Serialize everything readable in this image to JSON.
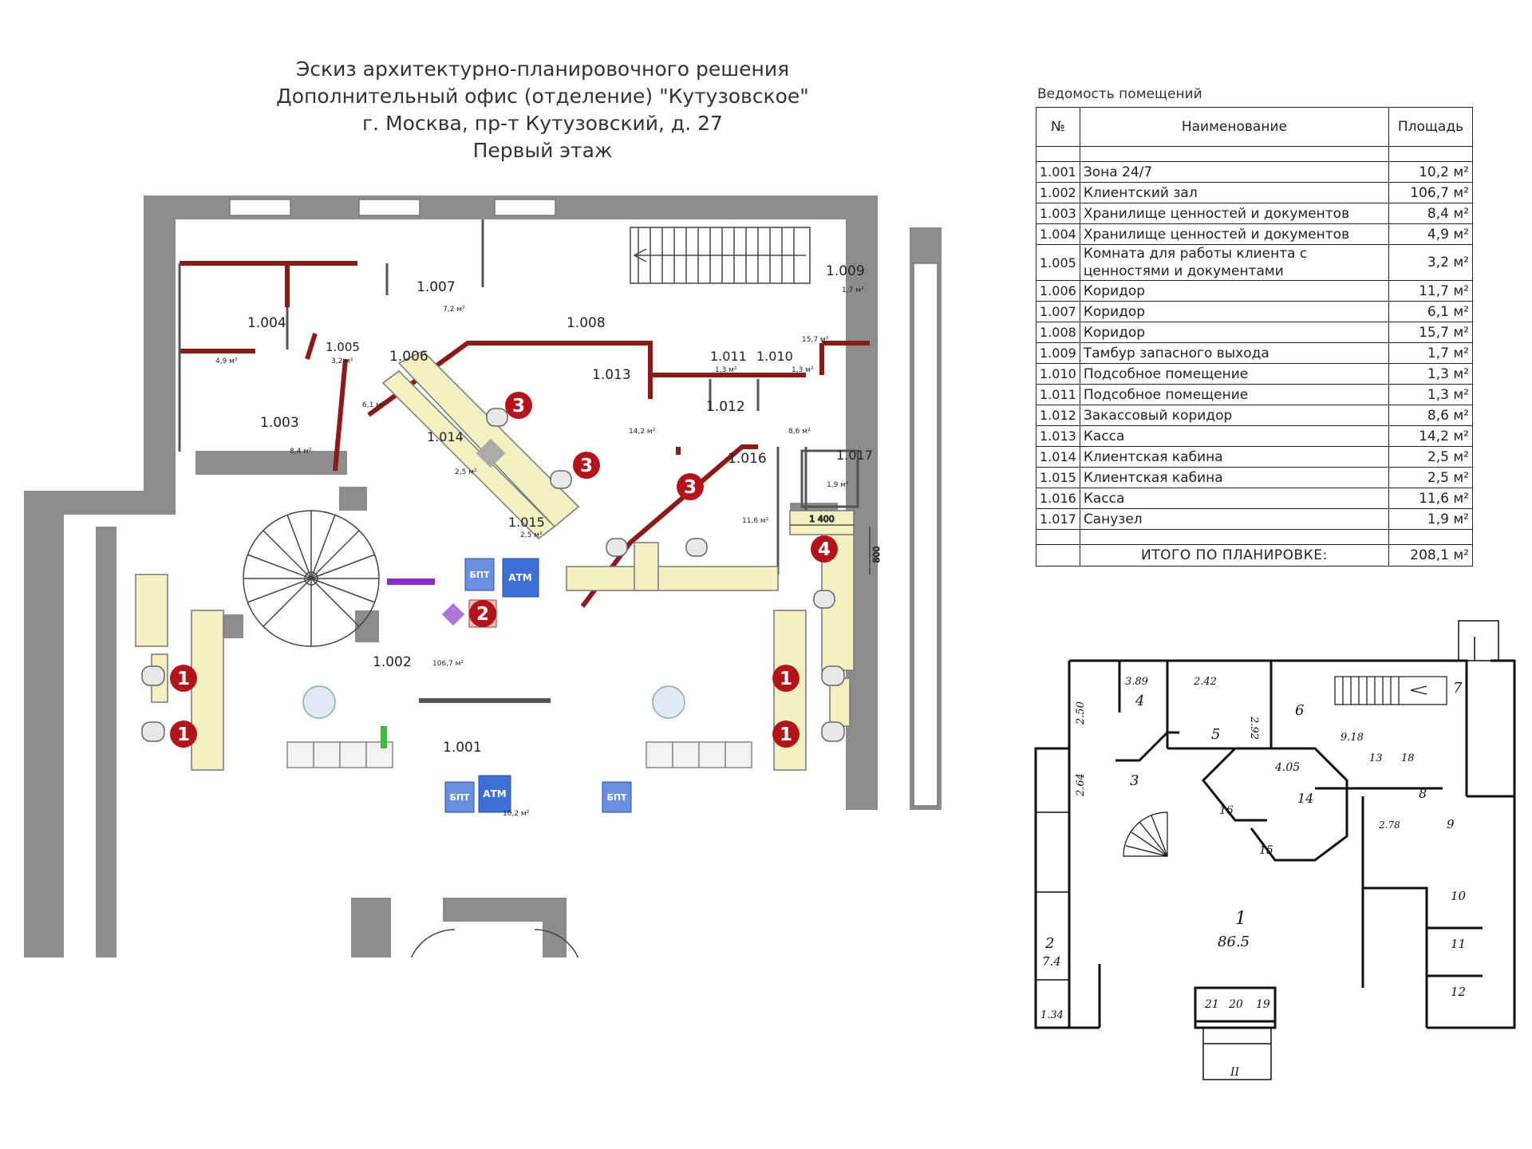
{
  "title": {
    "line1": "Эскиз архитектурно-планировочного решения",
    "line2": "Дополнительный офис (отделение) \"Кутузовское\"",
    "line3": "г. Москва, пр-т Кутузовский, д. 27",
    "line4": "Первый этаж"
  },
  "plan": {
    "rooms": [
      {
        "no": "1.001",
        "area": "10,2 м²"
      },
      {
        "no": "1.002",
        "area": "106,7 м²"
      },
      {
        "no": "1.003",
        "area": "8,4 м²"
      },
      {
        "no": "1.004",
        "area": "4,9 м²"
      },
      {
        "no": "1.005",
        "area": "3,2 м²"
      },
      {
        "no": "1.006",
        "area": "6,1 м²"
      },
      {
        "no": "1.007",
        "area": "7,2 м²"
      },
      {
        "no": "1.008",
        "area": "15,7 м²"
      },
      {
        "no": "1.009",
        "area": "1,7 м²"
      },
      {
        "no": "1.010",
        "area": "1,3 м²"
      },
      {
        "no": "1.011",
        "area": "1,3 м²"
      },
      {
        "no": "1.012",
        "area": "8,6 м²"
      },
      {
        "no": "1.013",
        "area": "14,2 м²"
      },
      {
        "no": "1.014",
        "area": "2,5 м²"
      },
      {
        "no": "1.015",
        "area": "2,5 м²"
      },
      {
        "no": "1.016",
        "area": "11,6 м²"
      },
      {
        "no": "1.017",
        "area": "1,9 м²"
      }
    ],
    "markers": [
      "1",
      "2",
      "3",
      "4"
    ],
    "equipment": {
      "atm": "АТМ",
      "bpt": "БПТ"
    },
    "dimensions": {
      "width": "1 400",
      "depth": "800"
    },
    "colors": {
      "wall": "#8c8c8c",
      "partition": "#8b1a1a",
      "marker": "#b3141c",
      "desk": "#f3f0c2",
      "atm": "#3e6fd6"
    }
  },
  "schedule": {
    "title": "Ведомость помещений",
    "header": {
      "no": "№",
      "name": "Наименование",
      "area": "Площадь"
    },
    "rows": [
      {
        "no": "1.001",
        "name": "Зона 24/7",
        "area": "10,2 м²"
      },
      {
        "no": "1.002",
        "name": "Клиентский зал",
        "area": "106,7 м²"
      },
      {
        "no": "1.003",
        "name": "Хранилище ценностей и документов",
        "area": "8,4 м²"
      },
      {
        "no": "1.004",
        "name": "Хранилище ценностей и документов",
        "area": "4,9 м²"
      },
      {
        "no": "1.005",
        "name": "Комната для работы клиента с ценностями и документами",
        "area": "3,2 м²"
      },
      {
        "no": "1.006",
        "name": "Коридор",
        "area": "11,7 м²"
      },
      {
        "no": "1.007",
        "name": "Коридор",
        "area": "6,1 м²"
      },
      {
        "no": "1.008",
        "name": "Коридор",
        "area": "15,7 м²"
      },
      {
        "no": "1.009",
        "name": "Тамбур запасного выхода",
        "area": "1,7 м²"
      },
      {
        "no": "1.010",
        "name": "Подсобное помещение",
        "area": "1,3 м²"
      },
      {
        "no": "1.011",
        "name": "Подсобное помещение",
        "area": "1,3 м²"
      },
      {
        "no": "1.012",
        "name": "Закассовый коридор",
        "area": "8,6 м²"
      },
      {
        "no": "1.013",
        "name": "Касса",
        "area": "14,2 м²"
      },
      {
        "no": "1.014",
        "name": "Клиентская кабина",
        "area": "2,5 м²"
      },
      {
        "no": "1.015",
        "name": "Клиентская кабина",
        "area": "2,5 м²"
      },
      {
        "no": "1.016",
        "name": "Касса",
        "area": "11,6 м²"
      },
      {
        "no": "1.017",
        "name": "Санузел",
        "area": "1,9 м²"
      }
    ],
    "total_label": "ИТОГО ПО ПЛАНИРОВКЕ:",
    "total_area": "208,1 м²"
  },
  "bti": {
    "labels": [
      {
        "id": "room-1",
        "text": "1"
      },
      {
        "id": "area-1",
        "text": "86.5"
      },
      {
        "id": "room-2",
        "text": "2"
      },
      {
        "id": "area-2",
        "text": "7.4"
      },
      {
        "id": "dim-134",
        "text": "1.34"
      },
      {
        "id": "room-3",
        "text": "3"
      },
      {
        "id": "area-3",
        "text": "2.64"
      },
      {
        "id": "room-4",
        "text": "4"
      },
      {
        "id": "area-4",
        "text": "3.89"
      },
      {
        "id": "dim-250",
        "text": "2.50"
      },
      {
        "id": "room-5",
        "text": "5"
      },
      {
        "id": "area-5",
        "text": "2.42"
      },
      {
        "id": "dim-292",
        "text": "2.92"
      },
      {
        "id": "room-6",
        "text": "6"
      },
      {
        "id": "room-7",
        "text": "7"
      },
      {
        "id": "room-8",
        "text": "8"
      },
      {
        "id": "area-8",
        "text": "9.18"
      },
      {
        "id": "room-9",
        "text": "9"
      },
      {
        "id": "room-10",
        "text": "10"
      },
      {
        "id": "room-11",
        "text": "11"
      },
      {
        "id": "room-12",
        "text": "12"
      },
      {
        "id": "dim-278",
        "text": "2.78"
      },
      {
        "id": "room-13",
        "text": "13"
      },
      {
        "id": "room-14",
        "text": "14"
      },
      {
        "id": "area-14",
        "text": "4.05"
      },
      {
        "id": "room-15",
        "text": "15"
      },
      {
        "id": "room-16",
        "text": "16"
      },
      {
        "id": "room-18",
        "text": "18"
      },
      {
        "id": "room-19",
        "text": "19"
      },
      {
        "id": "room-20",
        "text": "20"
      },
      {
        "id": "room-21",
        "text": "21"
      },
      {
        "id": "entrance",
        "text": "II"
      }
    ]
  }
}
